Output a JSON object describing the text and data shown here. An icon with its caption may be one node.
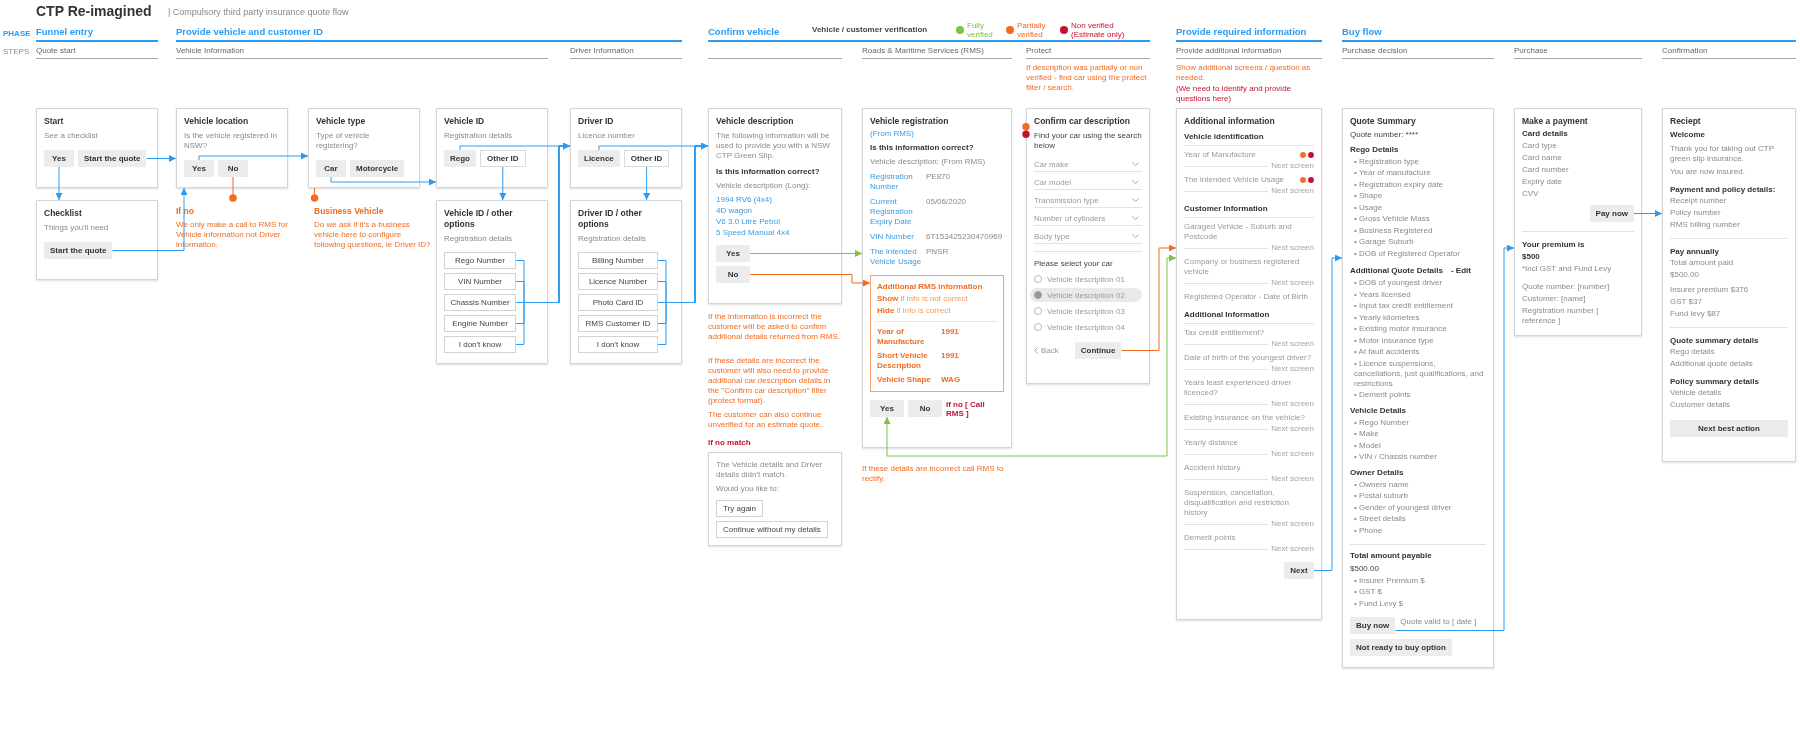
{
  "diagram": {
    "title": "CTP Re-imagined",
    "nodes": [
      {
        "text": [
          "Start",
          "See a checklist"
        ]
      },
      {
        "text": [
          "Yes"
        ],
        "in": 0
      },
      {
        "text": [
          "Start the quote"
        ],
        "in": 0
      },
      {
        "text": [
          "Checklist",
          "Things you'll need"
        ]
      },
      {
        "text": [
          "Start the quote"
        ],
        "in": 3
      },
      {
        "text": [
          "Vehicle location",
          "Is the vehicle registered in NSW?"
        ]
      },
      {
        "text": [
          "Yes"
        ],
        "in": 5
      },
      {
        "text": [
          "No"
        ],
        "in": 5
      },
      {
        "text": [
          "If no",
          "We only make a call to RMS for Vehicle information not Driver information."
        ]
      },
      {
        "text": [
          "Vehicle type",
          "Type of vehicle registering?"
        ]
      },
      {
        "text": [
          "Car"
        ],
        "in": 9
      },
      {
        "text": [
          "Motorcycle"
        ],
        "in": 9
      },
      {
        "text": [
          "Business Vehicle",
          "Do we ask if it's a business vehicle here to configure following questions, ie Driver ID?"
        ]
      },
      {
        "text": [
          "Vehicle ID",
          "Registration details"
        ]
      },
      {
        "text": [
          "Rego"
        ],
        "in": 13
      },
      {
        "text": [
          "Other ID"
        ],
        "in": 13
      },
      {
        "text": [
          "Vehicle ID / other options",
          "Registration details"
        ]
      },
      {
        "text": [
          "Rego Number"
        ],
        "in": 16
      },
      {
        "text": [
          "VIN Number"
        ],
        "in": 16
      },
      {
        "text": [
          "Chassis Number"
        ],
        "in": 16
      },
      {
        "text": [
          "Engine Number"
        ],
        "in": 16
      },
      {
        "text": [
          "I don't know"
        ],
        "in": 16
      },
      {
        "text": [
          "Driver ID",
          "Licence number"
        ]
      },
      {
        "text": [
          "Licence"
        ],
        "in": 22
      },
      {
        "text": [
          "Other ID"
        ],
        "in": 22
      },
      {
        "text": [
          "Driver ID / other options",
          "Registration details"
        ]
      },
      {
        "text": [
          "Billing Number"
        ],
        "in": 25
      },
      {
        "text": [
          "Licence Number"
        ],
        "in": 25
      },
      {
        "text": [
          "Photo Card ID"
        ],
        "in": 25
      },
      {
        "text": [
          "RMS Customer ID"
        ],
        "in": 25
      },
      {
        "text": [
          "I don't know"
        ],
        "in": 25
      },
      {
        "text": [
          "Vehicle description",
          "The following information will be used to provide you with a NSW CTP Green Slip.",
          "Is this information correct?",
          "Vehicle description (Long):",
          "1994 RV6 (4x4)",
          "4D wagon",
          "V6 3.0 Litre Petrol",
          "5 Speed Manual 4x4"
        ]
      },
      {
        "text": [
          "Yes"
        ],
        "in": 31
      },
      {
        "text": [
          "No"
        ],
        "in": 31
      },
      {
        "text": [
          "The Vehicle details and Driver details didn't match.",
          "Would you like to:"
        ]
      },
      {
        "text": [
          "Try again"
        ],
        "in": 34
      },
      {
        "text": [
          "Continue without my details"
        ],
        "in": 34
      },
      {
        "text": [
          "Vehicle registration",
          "(From RMS)",
          "Is this information correct?",
          "Vehicle description: (From RMS)",
          "Registration Number",
          "PE870",
          "Current Registration Expiry Date",
          "05/06/2020",
          "VIN Number",
          "6T153425230470969",
          "The intended Vehicle Usage",
          "PNSR"
        ]
      },
      {
        "text": [
          "Additional RMS information",
          "**Show** if info is not correct",
          "**Hide** if info is correct",
          "Year of Manufacture",
          "1991",
          "Short Vehicle Description",
          "1991",
          "Vehicle Shape",
          "WAG"
        ],
        "in": 37
      },
      {
        "text": [
          "Yes"
        ],
        "in": 37
      },
      {
        "text": [
          "No"
        ],
        "in": 37,
        "beside": [
          "If no [ Call RMS ]"
        ]
      },
      {
        "text": [
          "Confirm car description",
          "Find your car using the search below",
          "Car make",
          "Car model",
          "Transmission type",
          "Number of cylinders",
          "Body type",
          "Please select your car",
          "Vehicle description 01",
          "Vehicle description 02",
          "Vehicle description 03",
          "Vehicle description 04",
          "Back"
        ]
      },
      {
        "text": [
          "Continue"
        ],
        "in": 41
      },
      {
        "text": [
          "Additional information",
          "Vehicle identification",
          "Year of Manufacture",
          "Next screen",
          "The intended Vehicle Usage",
          "Next screen",
          "Customer Information",
          "Garaged Vehicle - Suburb and Postcode",
          "Next screen",
          "Company or business registered vehicle",
          "Next screen",
          "Registered Operator - Date of Birth",
          "Additional Information",
          "Tax credit entitlement?",
          "Next screen",
          "Date of birth of the youngest driver?",
          "Next screen",
          "Years least experienced driver licenced?",
          "Next screen",
          "Existing insurance on the vehicle?",
          "Next screen",
          "Yearly distance",
          "Next screen",
          "Accident history",
          "Next screen",
          "Suspension, cancellation, disqualification and restriction history",
          "Next screen",
          "Demerit points",
          "Next screen"
        ]
      },
      {
        "text": [
          "Next"
        ],
        "in": 43
      },
      {
        "text": [
          "Quote Summary",
          "Quote number: ****",
          "Rego Details",
          "• Registration type",
          "• Year of manufacture",
          "• Registration expiry date",
          "• Shape",
          "• Usage",
          "• Gross Vehicle Mass",
          "• Business Registered",
          "• Garage Suburb",
          "• DOB of Registered Operator",
          "Additional Quote Details",
          "- Edit",
          "• DOB of youngest driver",
          "• Years licensed",
          "• Input tax credit entitlement",
          "• Yearly kilometres",
          "• Existing motor insurance",
          "• Motor insurance type",
          "• At fault accidents",
          "• Licence suspensions, cancellations, just qualifications, and restrictions",
          "• Demerit points",
          "Vehicle Details",
          "• Rego Number",
          "• Make",
          "• Model",
          "• VIN / Chassis number",
          "Owner Details",
          "• Owners name",
          "• Postal suburb",
          "• Gender of youngest driver",
          "• Street details",
          "• Phone",
          "Total amount payable",
          "$500.00",
          "• Insurer Premium $",
          "• GST $",
          "• Fund Levy $"
        ]
      },
      {
        "text": [
          "Buy now"
        ],
        "in": 45,
        "beside": [
          "Quote valid to [ date ]"
        ]
      },
      {
        "text": [
          "Not ready to buy option"
        ],
        "in": 45
      },
      {
        "text": [
          "Make a payment",
          "Card details",
          "Card type",
          "Card name",
          "Card number",
          "Expiry date",
          "CVV",
          "Your premium is",
          "$500",
          "*Incl GST and Fund Levy",
          "Quote number: [number]",
          "Customer: [name]",
          "Registration number [ reference ]"
        ]
      },
      {
        "text": [
          "Pay now"
        ],
        "in": 48
      },
      {
        "text": [
          "Reciept",
          "Welcome",
          "Thank you for taking out CTP green slip insurance.",
          "You are now insured.",
          "Payment and policy details:",
          "Receipt number",
          "Policy number",
          "RMS billing number",
          "Pay annually",
          "Total amount paid",
          "$500.00",
          "Insurer premium $376",
          "GST $37",
          "Fund levy $87",
          "Quote summary details",
          "Rego details",
          "Additional quote details",
          "Policy summary details",
          "Vehicle details",
          "Customer details"
        ]
      },
      {
        "text": [
          "Next best action"
        ],
        "in": 50
      }
    ],
    "edges": [
      {
        "from": 2,
        "to": 5,
        "arrow": "to"
      },
      {
        "from": 1,
        "to": 3,
        "arrow": "to"
      },
      {
        "from": 4,
        "to": 5,
        "arrow": "to"
      },
      {
        "from": 6,
        "to": 9,
        "arrow": "to"
      },
      {
        "from": 8,
        "to": 7,
        "arrow": "other",
        "color": "#f26b21"
      },
      {
        "from": 12,
        "to": 9,
        "arrow": "other",
        "color": "#f26b21"
      },
      {
        "from": 10,
        "to": 13,
        "arrow": "to"
      },
      {
        "from": 14,
        "to": 22,
        "arrow": "to"
      },
      {
        "from": 15,
        "to": 16,
        "arrow": "to"
      },
      {
        "from": 17,
        "to": 22,
        "arrow": "to"
      },
      {
        "from": 18,
        "to": 22,
        "arrow": "to"
      },
      {
        "from": 19,
        "to": 22,
        "arrow": "to"
      },
      {
        "from": 20,
        "to": 22,
        "arrow": "to"
      },
      {
        "from": 21,
        "to": 22,
        "arrow": "to"
      },
      {
        "from": 23,
        "to": 31,
        "arrow": "to"
      },
      {
        "from": 24,
        "to": 25,
        "arrow": "to"
      },
      {
        "from": 26,
        "to": 31,
        "arrow": "to"
      },
      {
        "from": 27,
        "to": 31,
        "arrow": "to"
      },
      {
        "from": 28,
        "to": 31,
        "arrow": "to"
      },
      {
        "from": 29,
        "to": 31,
        "arrow": "to"
      },
      {
        "from": 30,
        "to": 31,
        "arrow": "to"
      },
      {
        "from": 32,
        "to": 37,
        "arrow": "to",
        "color": "#7dc242"
      },
      {
        "from": 33,
        "to": 38,
        "arrow": "to",
        "color": "#f26b21"
      },
      {
        "from": 39,
        "to": 43,
        "arrow": "both",
        "color": "#7dc242"
      },
      {
        "from": 42,
        "to": 43,
        "arrow": "to",
        "color": "#f26b21"
      },
      {
        "from": 44,
        "to": 45,
        "arrow": "to"
      },
      {
        "from": 46,
        "to": 48,
        "arrow": "to"
      },
      {
        "from": 49,
        "to": 50,
        "arrow": "to"
      }
    ],
    "labels": [
      "| Compulsory third party insurance quote flow",
      "PHASE",
      "Funnel entry",
      "Provide vehicle and customer ID",
      "Confirm vehicle",
      "Vehicle / customer verification",
      "Provide required information",
      "Buy flow",
      "STEPS",
      "Quote start",
      "Vehicle Information",
      "Driver Information",
      "Roads & Maritime Services (RMS)",
      "Protect",
      "Provide additional information",
      "Purchase decision",
      "Purchase",
      "Confirmation",
      "If description was partially or non verified - find car using the protect filter / search.",
      "Show additional screens / question as needed.",
      "(We need to identify and provide questions here)",
      "If the information is incorrect the customer will be asked to confirm additional details returned from RMS.",
      "If these details are incorrect the customer will also need to provide additional car description details in the \"Confirm car description\" filter (protect format).",
      "The customer can also continue unverified for an estimate quote.",
      "If no match",
      "If these details are incorrect call RMS to rectify."
    ],
    "legend": [
      {
        "text": "Fully verified",
        "color": "#7dc242"
      },
      {
        "text": "Partially verified",
        "color": "#f26b21"
      },
      {
        "text": "Non verified (Estimate only)",
        "color": "#c8102e"
      }
    ]
  }
}
